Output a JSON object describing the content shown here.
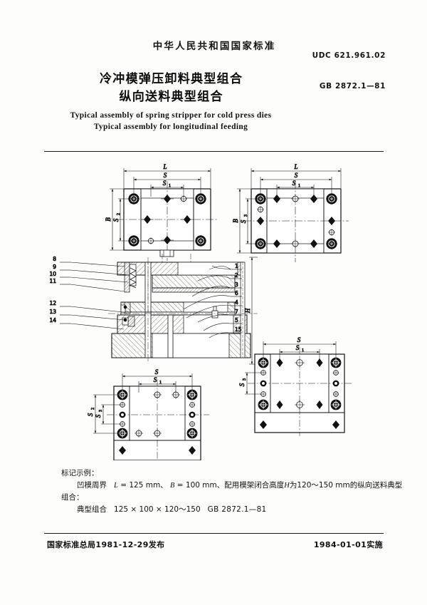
{
  "header": {
    "national_standard": "中华人民共和国国家标准",
    "udc": "UDC 621.961.02",
    "standard_code": "GB 2872.1—81",
    "title_line1": "冷冲模弹压卸料典型组合",
    "title_line2": "纵向送料典型组合",
    "english_line1": "Typical assembly of spring stripper for cold press dies",
    "english_line2": "Typical assembly for longitudinal feeding"
  },
  "notes": {
    "heading": "标记示例：",
    "line1_pre": "凹模周界",
    "line1_L": "L",
    "line1_eq1": "= 125 mm、",
    "line1_B": "B",
    "line1_eq2": "= 100 mm、配用模架闭合高度",
    "line1_H": "H",
    "line1_tail": "为120～150 mm的纵向送料典型",
    "line2": "组合：",
    "line3_label": "典型组合",
    "line3_value": "125 × 100 × 120～150",
    "line3_code": "GB 2872.1—81"
  },
  "footer": {
    "issue": "国家标准总局1981-12-29发布",
    "effective": "1984-01-01实施"
  },
  "drawing": {
    "dimensions": {
      "L": "L",
      "B": "B",
      "H": "H",
      "S": "S",
      "S1": "S",
      "S1_sub": "1",
      "S2": "S",
      "S2_sub": "2",
      "S3": "S",
      "S3_sub": "3"
    },
    "callouts_left": [
      "8",
      "9",
      "10",
      "11",
      "12",
      "13",
      "14"
    ],
    "callouts_right": [
      "1",
      "2",
      "3",
      "6",
      "4",
      "7",
      "5",
      "15"
    ],
    "views": [
      {
        "name": "upper-left-plan-view",
        "label_L": "L",
        "label_B": "B"
      },
      {
        "name": "upper-right-plan-view",
        "label_L": "L",
        "label_B": "B"
      },
      {
        "name": "central-section-view",
        "label_H": "H"
      },
      {
        "name": "lower-left-plan-view",
        "label_S": "S"
      },
      {
        "name": "lower-right-plan-view",
        "label_S": "S"
      }
    ]
  },
  "colors": {
    "ink": "#111111",
    "paper": "#fdfdfc",
    "hatch": "#2a2a2a"
  }
}
